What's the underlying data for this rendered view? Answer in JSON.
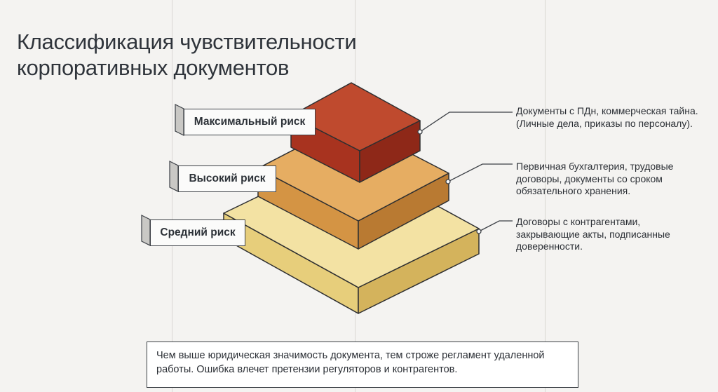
{
  "title": {
    "line1": "Классификация чувствительности",
    "line2": "корпоративных документов"
  },
  "levels": [
    {
      "label": "Максимальный риск",
      "description": [
        "Документы с ПДн, коммерческая тайна.",
        "(Личные дела, приказы по персоналу)."
      ],
      "color": "#b5402a"
    },
    {
      "label": "Высокий риск",
      "description": [
        "Первичная бухгалтерия, трудовые",
        "договоры, документы со сроком",
        "обязательного хранения."
      ],
      "color": "#e2a75a"
    },
    {
      "label": "Средний риск",
      "description": [
        "Договоры с контрагентами,",
        "закрывающие акты, подписанные",
        "доверенности."
      ],
      "color": "#f1dc96"
    }
  ],
  "note": {
    "line1": "Чем выше юридическая значимость документа, тем строже регламент удаленной",
    "line2": "работы. Ошибка влечет претензии регуляторов и контрагентов."
  }
}
